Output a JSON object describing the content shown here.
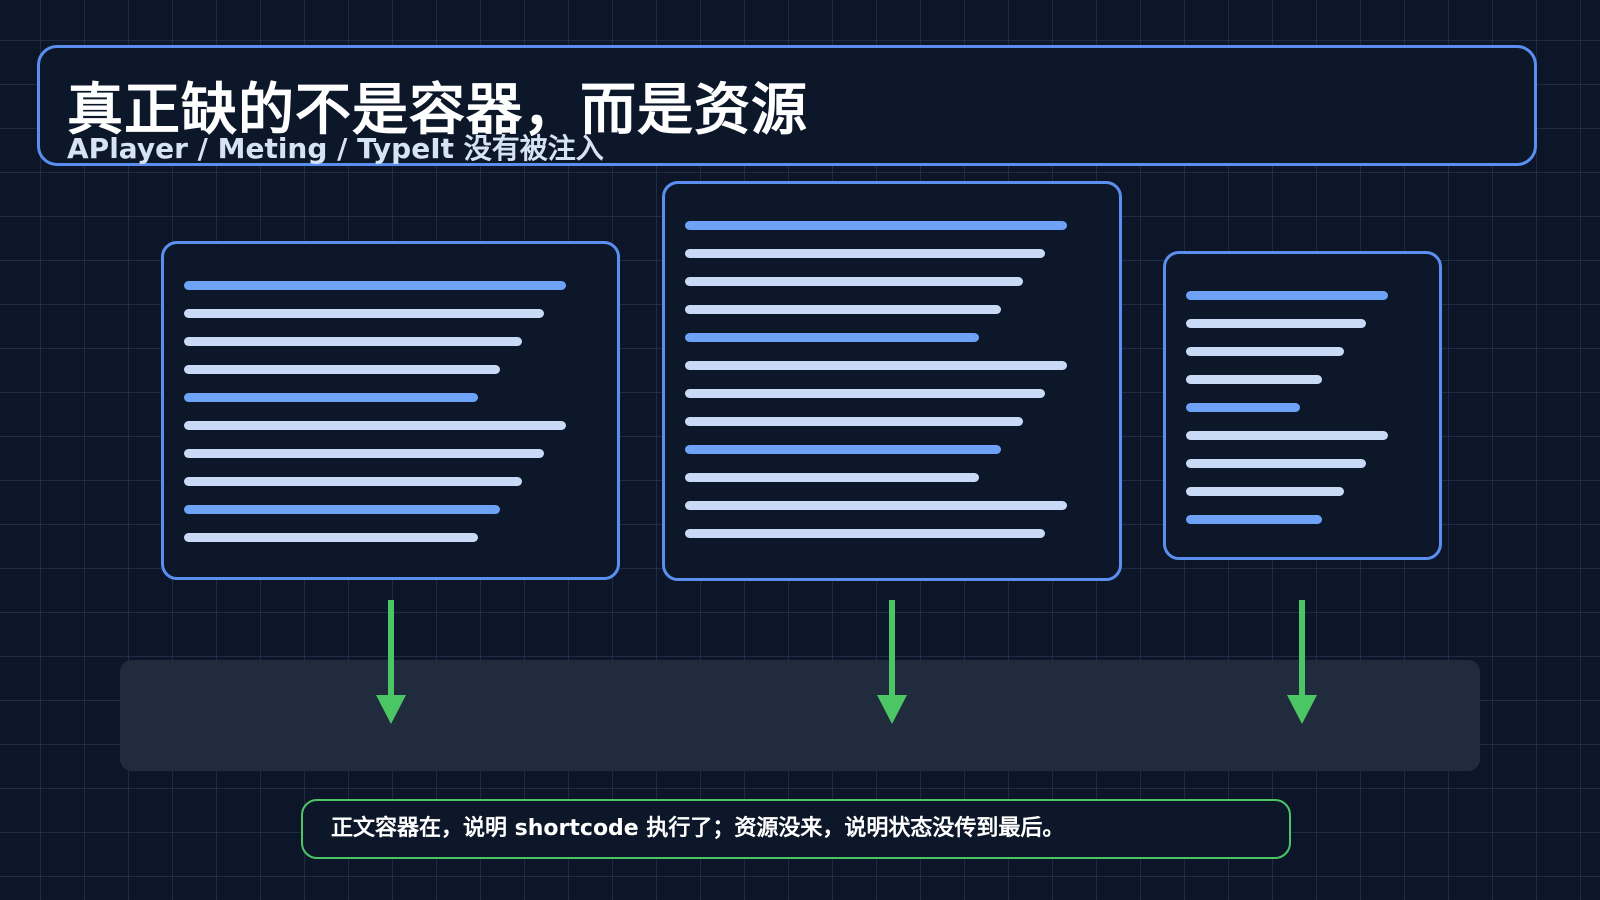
{
  "header": {
    "title": "真正缺的不是容器，而是资源",
    "subtitle": "APlayer / Meting / TypeIt 没有被注入"
  },
  "note": {
    "text": "正文容器在，说明 shortcode 执行了；资源没来，说明状态没传到最后。"
  },
  "colors": {
    "background": "#0d1628",
    "panel_border": "#5b8fef",
    "line_blue": "#6da2f6",
    "line_light": "#c9daf6",
    "arrow_green": "#4cc565",
    "floor": "#202c3e"
  },
  "cards": [
    {
      "name": "card-left",
      "line_count": 10
    },
    {
      "name": "card-middle",
      "line_count": 12
    },
    {
      "name": "card-right",
      "line_count": 9
    }
  ]
}
